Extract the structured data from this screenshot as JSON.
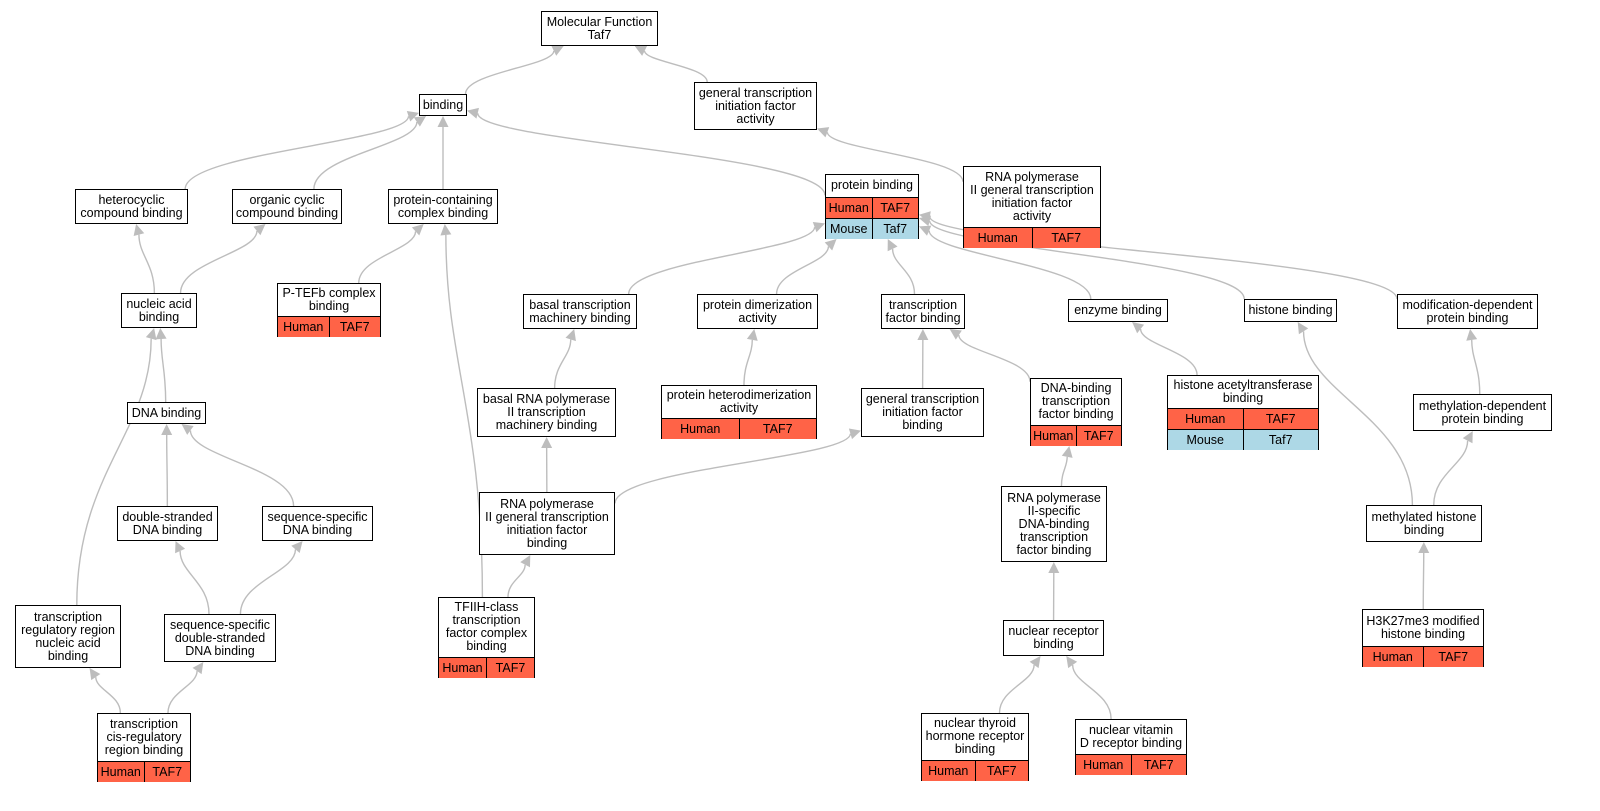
{
  "colors": {
    "human": "#FF6347",
    "mouse": "#ADD8E6",
    "edge": "#BDBDBD"
  },
  "nodes": [
    {
      "id": "mf",
      "label": "Molecular Function\nTaf7",
      "rows": []
    },
    {
      "id": "binding",
      "label": "binding",
      "rows": []
    },
    {
      "id": "gtifa",
      "label": "general transcription\ninitiation factor\nactivity",
      "rows": []
    },
    {
      "id": "hetero",
      "label": "heterocyclic\ncompound binding",
      "rows": []
    },
    {
      "id": "organic",
      "label": "organic cyclic\ncompound binding",
      "rows": []
    },
    {
      "id": "pccb",
      "label": "protein-containing\ncomplex binding",
      "rows": []
    },
    {
      "id": "pb",
      "label": "protein binding",
      "rows": [
        {
          "org": "Human",
          "gene": "TAF7"
        },
        {
          "org": "Mouse",
          "gene": "Taf7"
        }
      ]
    },
    {
      "id": "rnapol2gtifa",
      "label": "RNA polymerase\nII general transcription\ninitiation factor\nactivity",
      "rows": [
        {
          "org": "Human",
          "gene": "TAF7"
        }
      ]
    },
    {
      "id": "nab",
      "label": "nucleic acid\nbinding",
      "rows": []
    },
    {
      "id": "ptefb",
      "label": "P-TEFb complex\nbinding",
      "rows": [
        {
          "org": "Human",
          "gene": "TAF7"
        }
      ]
    },
    {
      "id": "btmb",
      "label": "basal transcription\nmachinery binding",
      "rows": []
    },
    {
      "id": "pda",
      "label": "protein dimerization\nactivity",
      "rows": []
    },
    {
      "id": "tfb",
      "label": "transcription\nfactor binding",
      "rows": []
    },
    {
      "id": "eb",
      "label": "enzyme binding",
      "rows": []
    },
    {
      "id": "hb",
      "label": "histone binding",
      "rows": []
    },
    {
      "id": "mdpb",
      "label": "modification-dependent\nprotein binding",
      "rows": []
    },
    {
      "id": "dnab",
      "label": "DNA binding",
      "rows": []
    },
    {
      "id": "brna",
      "label": "basal RNA polymerase\nII transcription\nmachinery binding",
      "rows": []
    },
    {
      "id": "phda",
      "label": "protein heterodimerization\nactivity",
      "rows": [
        {
          "org": "Human",
          "gene": "TAF7"
        }
      ]
    },
    {
      "id": "gtifb",
      "label": "general transcription\ninitiation factor\nbinding",
      "rows": []
    },
    {
      "id": "dbtfb",
      "label": "DNA-binding\ntranscription\nfactor binding",
      "rows": [
        {
          "org": "Human",
          "gene": "TAF7"
        }
      ]
    },
    {
      "id": "hatb",
      "label": "histone acetyltransferase\nbinding",
      "rows": [
        {
          "org": "Human",
          "gene": "TAF7"
        },
        {
          "org": "Mouse",
          "gene": "Taf7"
        }
      ]
    },
    {
      "id": "methdpb",
      "label": "methylation-dependent\nprotein binding",
      "rows": []
    },
    {
      "id": "dsdna",
      "label": "double-stranded\nDNA binding",
      "rows": []
    },
    {
      "id": "ssdna",
      "label": "sequence-specific\nDNA binding",
      "rows": []
    },
    {
      "id": "rnapol2gtifb",
      "label": "RNA polymerase\nII general transcription\ninitiation factor\nbinding",
      "rows": []
    },
    {
      "id": "rnapol2dbtfb",
      "label": "RNA polymerase\nII-specific\nDNA-binding\ntranscription\nfactor binding",
      "rows": []
    },
    {
      "id": "mhb",
      "label": "methylated histone\nbinding",
      "rows": []
    },
    {
      "id": "trrnab",
      "label": "transcription\nregulatory region\nnucleic acid\nbinding",
      "rows": []
    },
    {
      "id": "ssdsdna",
      "label": "sequence-specific\ndouble-stranded\nDNA binding",
      "rows": []
    },
    {
      "id": "tfiih",
      "label": "TFIIH-class\ntranscription\nfactor complex\nbinding",
      "rows": [
        {
          "org": "Human",
          "gene": "TAF7"
        }
      ]
    },
    {
      "id": "nrb",
      "label": "nuclear receptor\nbinding",
      "rows": []
    },
    {
      "id": "h3k27",
      "label": "H3K27me3 modified\nhistone binding",
      "rows": [
        {
          "org": "Human",
          "gene": "TAF7"
        }
      ]
    },
    {
      "id": "tcrrb",
      "label": "transcription\ncis-regulatory\nregion binding",
      "rows": [
        {
          "org": "Human",
          "gene": "TAF7"
        }
      ]
    },
    {
      "id": "ntrb",
      "label": "nuclear thyroid\nhormone receptor\nbinding",
      "rows": [
        {
          "org": "Human",
          "gene": "TAF7"
        }
      ]
    },
    {
      "id": "nvdrb",
      "label": "nuclear vitamin\nD receptor binding",
      "rows": [
        {
          "org": "Human",
          "gene": "TAF7"
        }
      ]
    }
  ],
  "edges": [
    {
      "from": "binding",
      "to": "mf"
    },
    {
      "from": "gtifa",
      "to": "mf"
    },
    {
      "from": "rnapol2gtifa",
      "to": "gtifa"
    },
    {
      "from": "hetero",
      "to": "binding"
    },
    {
      "from": "organic",
      "to": "binding"
    },
    {
      "from": "pccb",
      "to": "binding"
    },
    {
      "from": "pb",
      "to": "binding"
    },
    {
      "from": "nab",
      "to": "hetero"
    },
    {
      "from": "nab",
      "to": "organic"
    },
    {
      "from": "ptefb",
      "to": "pccb"
    },
    {
      "from": "tfiih",
      "to": "pccb"
    },
    {
      "from": "btmb",
      "to": "pb"
    },
    {
      "from": "pda",
      "to": "pb"
    },
    {
      "from": "tfb",
      "to": "pb"
    },
    {
      "from": "eb",
      "to": "pb"
    },
    {
      "from": "hb",
      "to": "pb"
    },
    {
      "from": "mdpb",
      "to": "pb"
    },
    {
      "from": "dnab",
      "to": "nab"
    },
    {
      "from": "trrnab",
      "to": "nab"
    },
    {
      "from": "brna",
      "to": "btmb"
    },
    {
      "from": "phda",
      "to": "pda"
    },
    {
      "from": "gtifb",
      "to": "tfb"
    },
    {
      "from": "dbtfb",
      "to": "tfb"
    },
    {
      "from": "hatb",
      "to": "eb"
    },
    {
      "from": "mhb",
      "to": "hb"
    },
    {
      "from": "methdpb",
      "to": "mdpb"
    },
    {
      "from": "dsdna",
      "to": "dnab"
    },
    {
      "from": "ssdna",
      "to": "dnab"
    },
    {
      "from": "rnapol2gtifb",
      "to": "brna"
    },
    {
      "from": "rnapol2gtifb",
      "to": "gtifb"
    },
    {
      "from": "rnapol2dbtfb",
      "to": "dbtfb"
    },
    {
      "from": "mhb",
      "to": "methdpb"
    },
    {
      "from": "ssdsdna",
      "to": "dsdna"
    },
    {
      "from": "ssdsdna",
      "to": "ssdna"
    },
    {
      "from": "tfiih",
      "to": "rnapol2gtifb"
    },
    {
      "from": "nrb",
      "to": "rnapol2dbtfb"
    },
    {
      "from": "h3k27",
      "to": "mhb"
    },
    {
      "from": "tcrrb",
      "to": "trrnab"
    },
    {
      "from": "tcrrb",
      "to": "ssdsdna"
    },
    {
      "from": "ntrb",
      "to": "nrb"
    },
    {
      "from": "nvdrb",
      "to": "nrb"
    }
  ]
}
